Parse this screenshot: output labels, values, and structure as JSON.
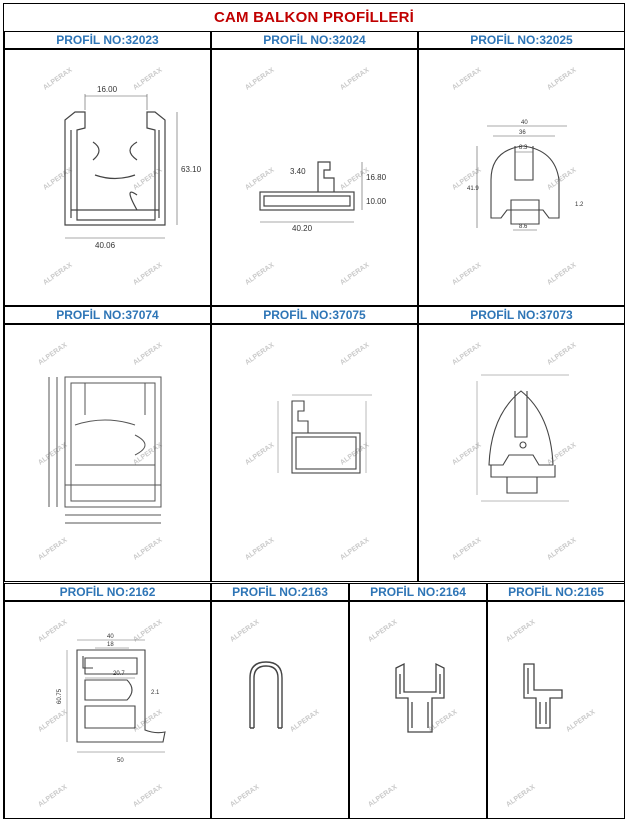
{
  "page": {
    "title": "CAM BALKON PROFİLLERİ"
  },
  "watermark": "ALPERAX",
  "profiles": [
    {
      "label": "PROFİL NO:32023",
      "dims": [
        "16.00",
        "63.10",
        "40.06"
      ]
    },
    {
      "label": "PROFİL NO:32024",
      "dims": [
        "3.40",
        "16.80",
        "10.00",
        "40.20"
      ]
    },
    {
      "label": "PROFİL NO:32025",
      "dims": [
        "40",
        "36",
        "8.3",
        "41.9",
        "1.2",
        "8.6"
      ]
    },
    {
      "label": "PROFİL NO:37074",
      "dims": []
    },
    {
      "label": "PROFİL NO:37075",
      "dims": []
    },
    {
      "label": "PROFİL NO:37073",
      "dims": []
    },
    {
      "label": "PROFİL NO:2162",
      "dims": [
        "40",
        "18",
        "20.7",
        "2.1",
        "60.75",
        "50"
      ]
    },
    {
      "label": "PROFİL NO:2163",
      "dims": []
    },
    {
      "label": "PROFİL NO:2164",
      "dims": []
    },
    {
      "label": "PROFİL NO:2165",
      "dims": []
    }
  ]
}
